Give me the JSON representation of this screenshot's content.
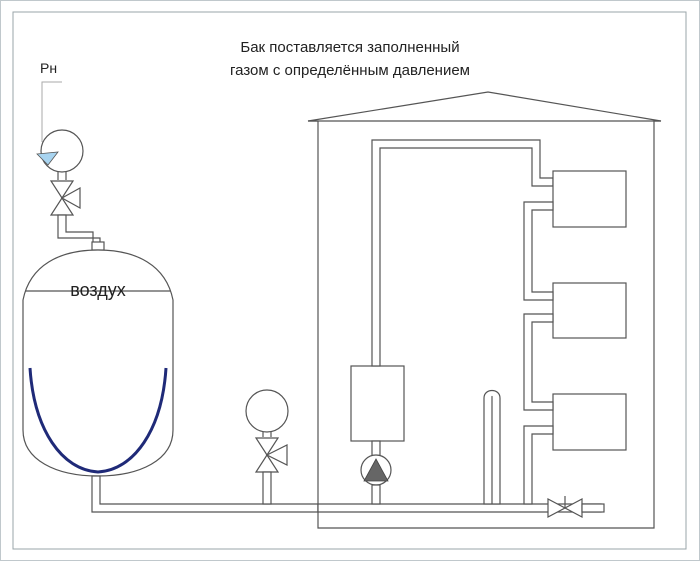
{
  "caption": {
    "line1": "Бак поставляется заполненный",
    "line2": "газом с определённым давлением"
  },
  "gauge_label": "Рн",
  "tank_label": "воздух",
  "colors": {
    "frame": "#9aa4a8",
    "membrane": "#1f2a78",
    "gauge_needle": "#a8d4f0",
    "pump_triangle": "#666666",
    "line": "#555555"
  }
}
